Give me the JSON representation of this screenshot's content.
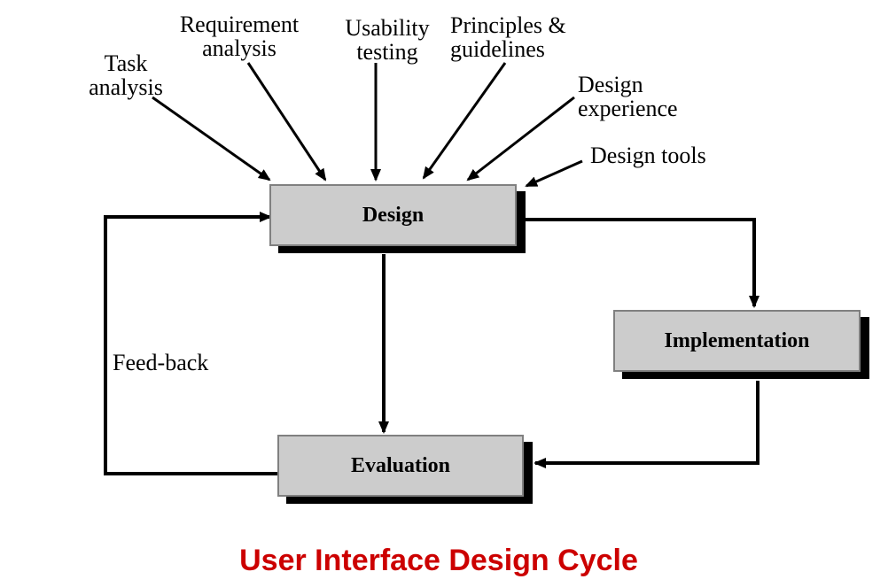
{
  "inputs": {
    "task_analysis": [
      "Task",
      "analysis"
    ],
    "requirement_analysis": [
      "Requirement",
      "analysis"
    ],
    "usability_testing": [
      "Usability",
      "testing"
    ],
    "principles_guidelines": [
      "Principles &",
      "guidelines"
    ],
    "design_experience": [
      "Design",
      "experience"
    ],
    "design_tools": "Design tools"
  },
  "boxes": {
    "design": "Design",
    "implementation": "Implementation",
    "evaluation": "Evaluation"
  },
  "feedback_label": "Feed-back",
  "caption": "User Interface Design Cycle",
  "colors": {
    "box_fill": "#cccccc",
    "box_border": "#808080",
    "shadow": "#000000",
    "arrow": "#000000",
    "caption": "#cc0000"
  }
}
